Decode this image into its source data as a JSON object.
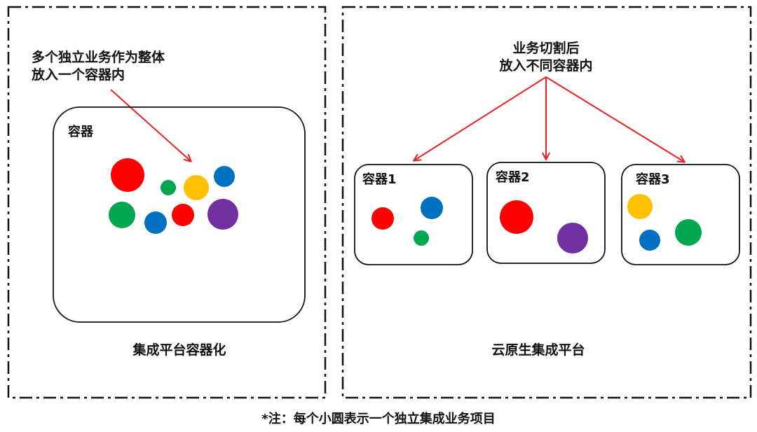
{
  "colors": {
    "red": "#ff0000",
    "green": "#00a650",
    "yellow": "#ffc000",
    "blue": "#0070c0",
    "purple": "#7030a0",
    "arrow": "#e52222",
    "border": "#111111"
  },
  "left_panel": {
    "annotation_line1": "多个独立业务作为整体",
    "annotation_line2": "放入一个容器内",
    "container_label": "容器",
    "caption": "集成平台容器化",
    "circles": [
      "red",
      "green",
      "yellow",
      "blue",
      "green",
      "blue",
      "red",
      "purple"
    ]
  },
  "right_panel": {
    "annotation_line1": "业务切割后",
    "annotation_line2": "放入不同容器内",
    "containers": [
      {
        "label": "容器1",
        "circles": [
          "red",
          "blue",
          "green"
        ]
      },
      {
        "label": "容器2",
        "circles": [
          "red",
          "purple"
        ]
      },
      {
        "label": "容器3",
        "circles": [
          "yellow",
          "blue",
          "green"
        ]
      }
    ],
    "caption": "云原生集成平台"
  },
  "footnote": "*注：每个小圆表示一个独立集成业务项目"
}
